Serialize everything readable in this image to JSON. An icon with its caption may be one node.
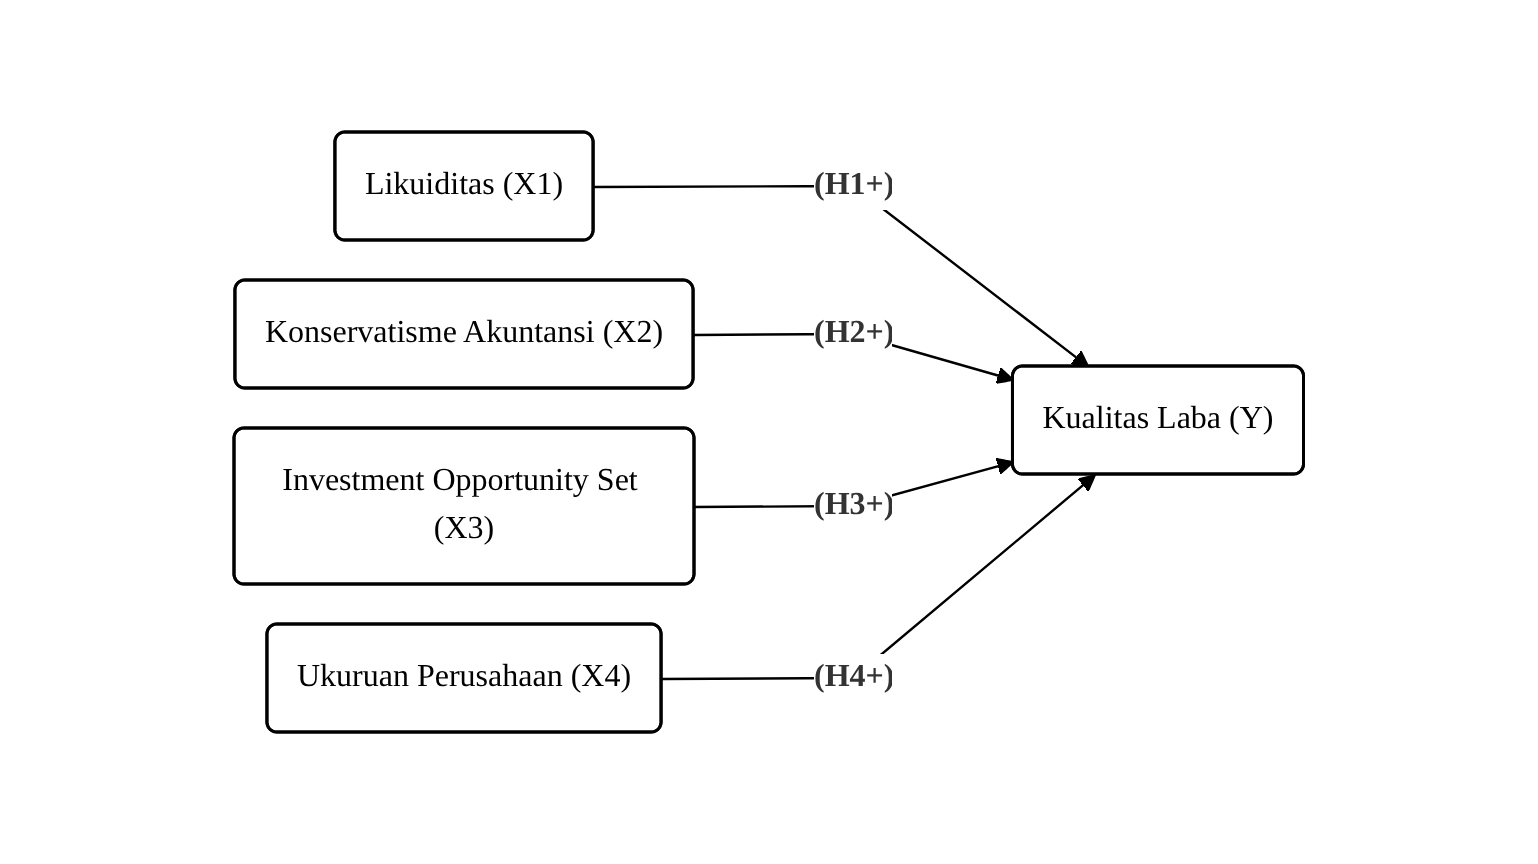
{
  "diagram": {
    "nodes": [
      {
        "text": [
          "Likuiditas (X1)"
        ]
      },
      {
        "text": [
          "Konservatisme Akuntansi (X2)"
        ]
      },
      {
        "text": [
          "Investment Opportunity Set (X3)"
        ]
      },
      {
        "text": [
          "Ukuruan Perusahaan (X4)"
        ]
      },
      {
        "text": [
          "Kualitas Laba (Y)"
        ]
      }
    ],
    "edges": [
      {
        "from": 0,
        "to": 4,
        "arrow": "to",
        "label": "(H1+)"
      },
      {
        "from": 1,
        "to": 4,
        "arrow": "to",
        "label": "(H2+)"
      },
      {
        "from": 2,
        "to": 4,
        "arrow": "to",
        "label": "(H3+)"
      },
      {
        "from": 3,
        "to": 4,
        "arrow": "to",
        "label": "(H4+)"
      }
    ]
  }
}
